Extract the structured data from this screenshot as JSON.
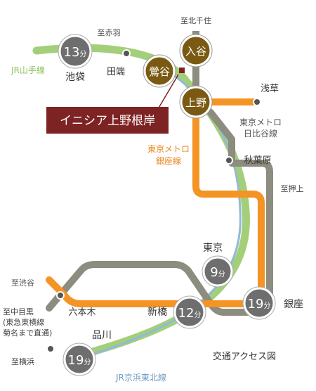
{
  "colors": {
    "yamanote": "#a4cf7a",
    "keihin": "#93b9d6",
    "ginza": "#f39425",
    "hibiya": "#8c8c7f",
    "gray_circle": "#6e6e6e",
    "gold_circle": "#7a5a12",
    "banner": "#7e2323",
    "text": "#333333"
  },
  "lines": {
    "yamanote": "JR山手線",
    "keihin": "JR京浜東北線",
    "ginza": [
      "東京メトロ",
      "銀座線"
    ],
    "hibiya": [
      "東京メトロ",
      "日比谷線"
    ]
  },
  "banner": "イニシア上野根岸",
  "gold_stations": [
    {
      "id": "iriya",
      "name": "入谷"
    },
    {
      "id": "uguisudani",
      "name": "鶯谷"
    },
    {
      "id": "ueno",
      "name": "上野"
    }
  ],
  "time_stations": [
    {
      "id": "ikebukuro",
      "minutes": "13",
      "unit": "分",
      "name": "池袋"
    },
    {
      "id": "tokyo",
      "minutes": "9",
      "unit": "分",
      "name": "東京"
    },
    {
      "id": "shimbashi",
      "minutes": "12",
      "unit": "分",
      "name": "新橋"
    },
    {
      "id": "ginza",
      "minutes": "19",
      "unit": "分",
      "name": "銀座"
    },
    {
      "id": "shinagawa",
      "minutes": "19",
      "unit": "分",
      "name": "品川"
    }
  ],
  "small_stations": [
    {
      "id": "tabata",
      "name": "田端"
    },
    {
      "id": "asakusa",
      "name": "浅草"
    },
    {
      "id": "akihabara",
      "name": "秋葉原"
    },
    {
      "id": "roppongi",
      "name": "六本木"
    }
  ],
  "directions": {
    "akabane": "至赤羽",
    "kitasenju": "至北千住",
    "oshiage": "至押上",
    "shibuya": "至渋谷",
    "nakameguro": [
      "至中目黒",
      "(東急東横線",
      "菊名まで直通)"
    ],
    "yokohama": "至横浜"
  },
  "caption": "交通アクセス図"
}
